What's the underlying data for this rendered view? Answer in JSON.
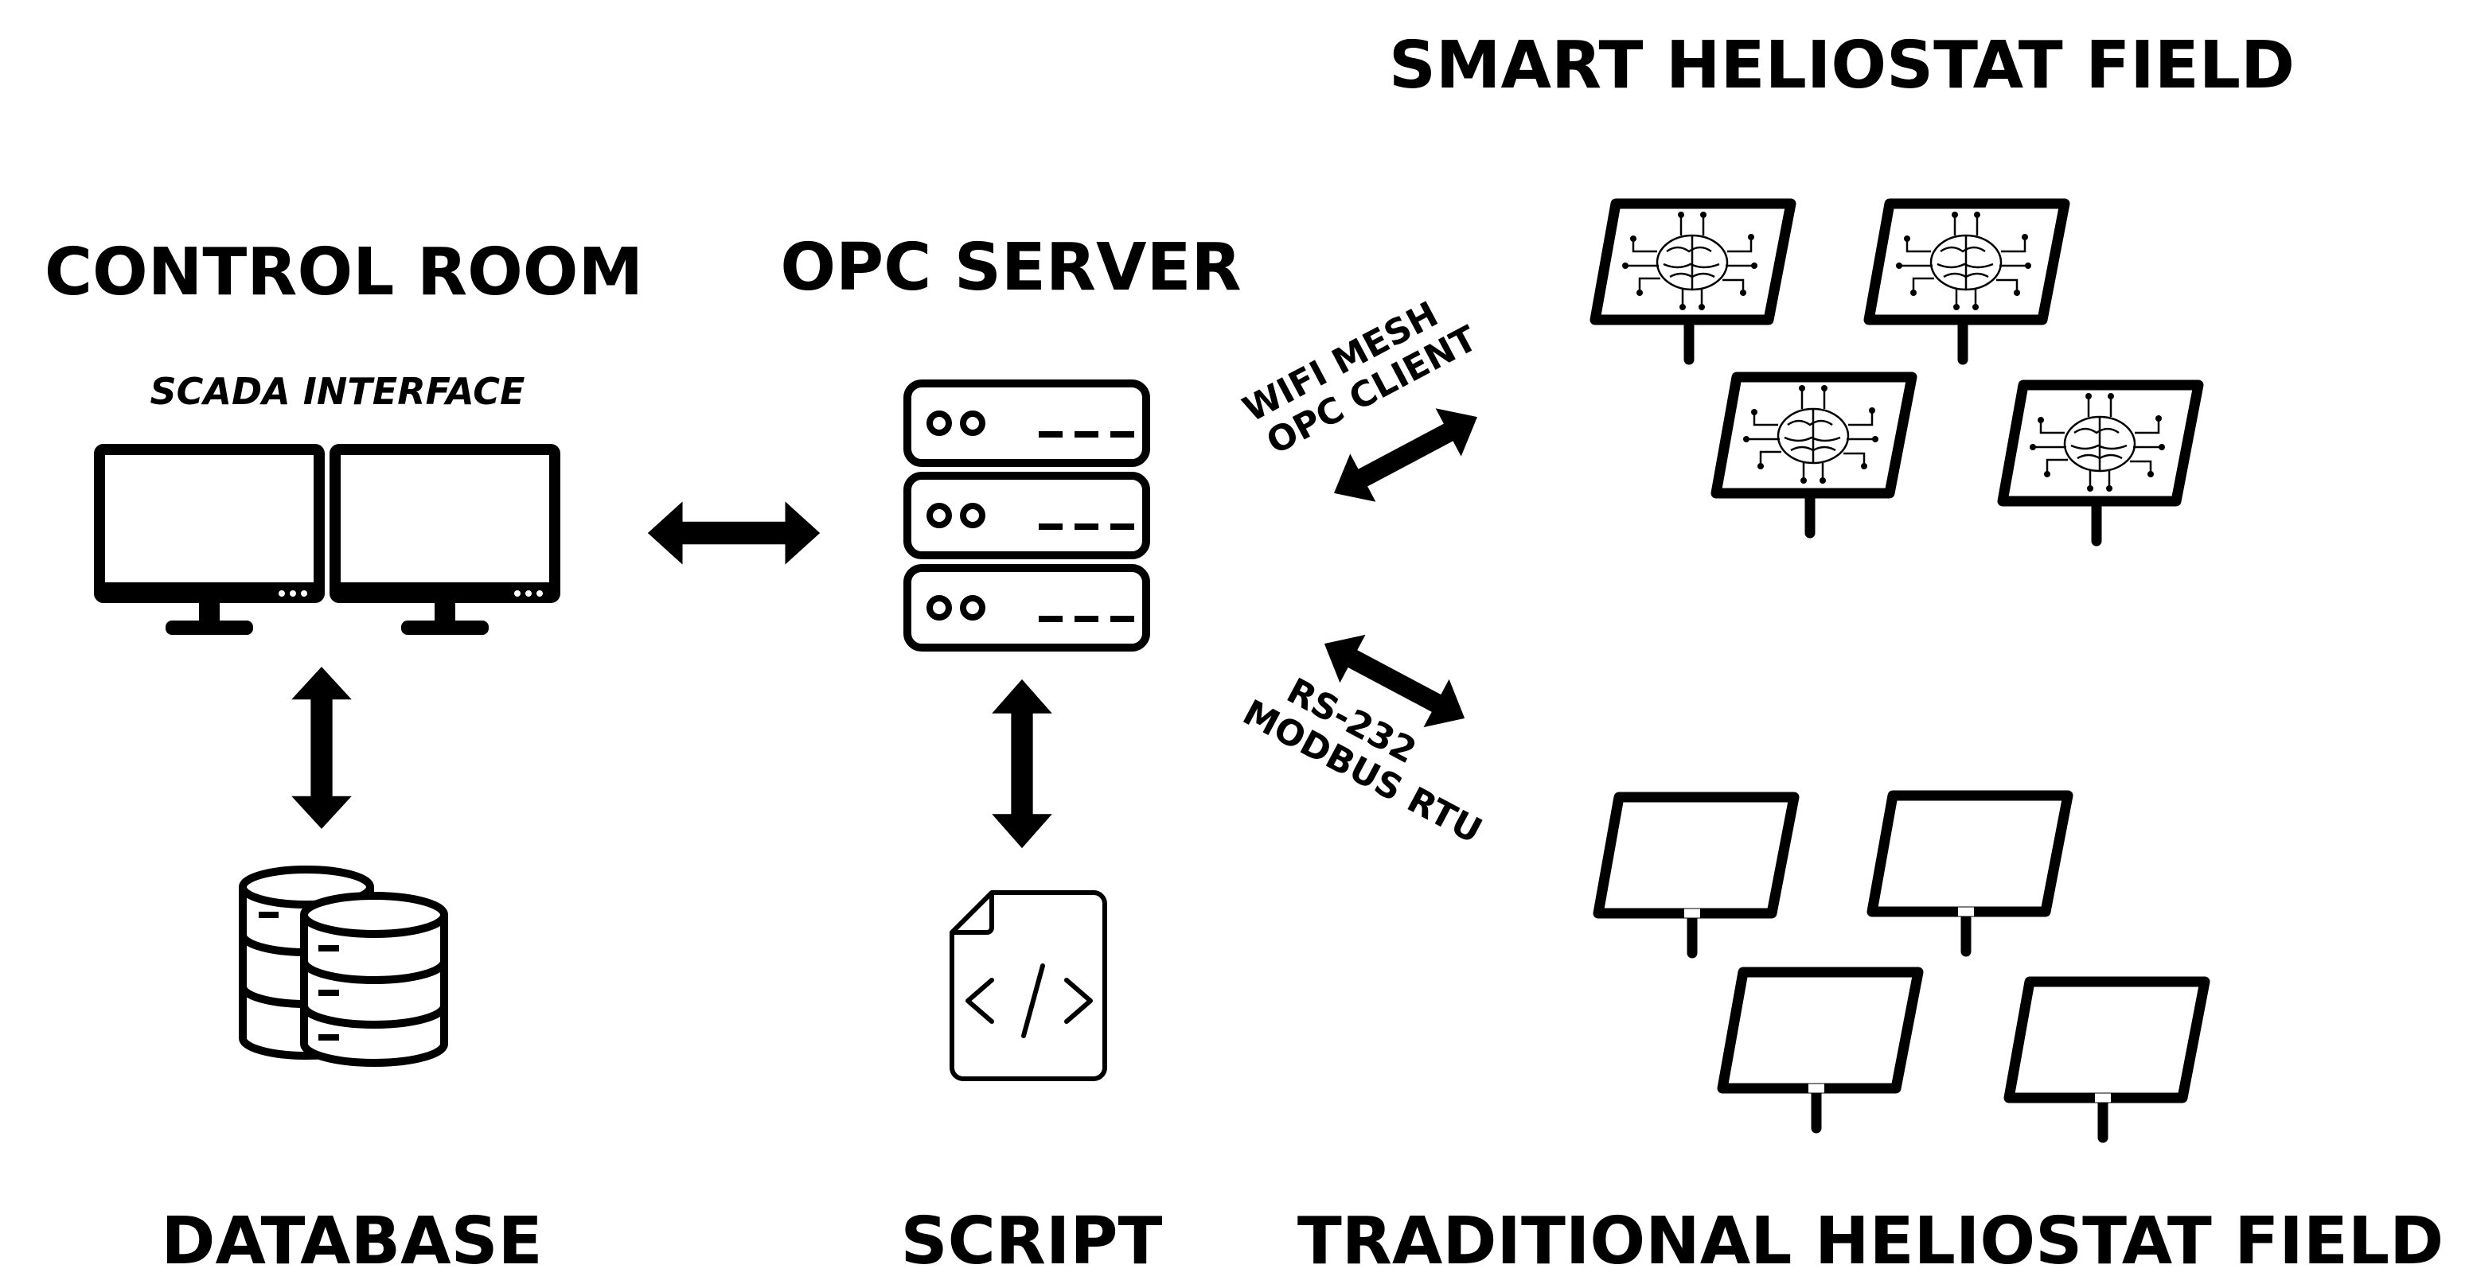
{
  "titles": {
    "control_room": "CONTROL ROOM",
    "scada_interface": "SCADA INTERFACE",
    "opc_server": "OPC SERVER",
    "smart_field": "SMART HELIOSTAT FIELD",
    "traditional_field": "TRADITIONAL HELIOSTAT FIELD",
    "database": "DATABASE",
    "script": "SCRIPT"
  },
  "links": {
    "wifi_line1": "WIFI MESH",
    "wifi_line2": "OPC CLIENT",
    "rs_line1": "RS-232",
    "rs_line2": "MODBUS RTU"
  },
  "colors": {
    "ink": "#000000",
    "background": "#ffffff"
  }
}
